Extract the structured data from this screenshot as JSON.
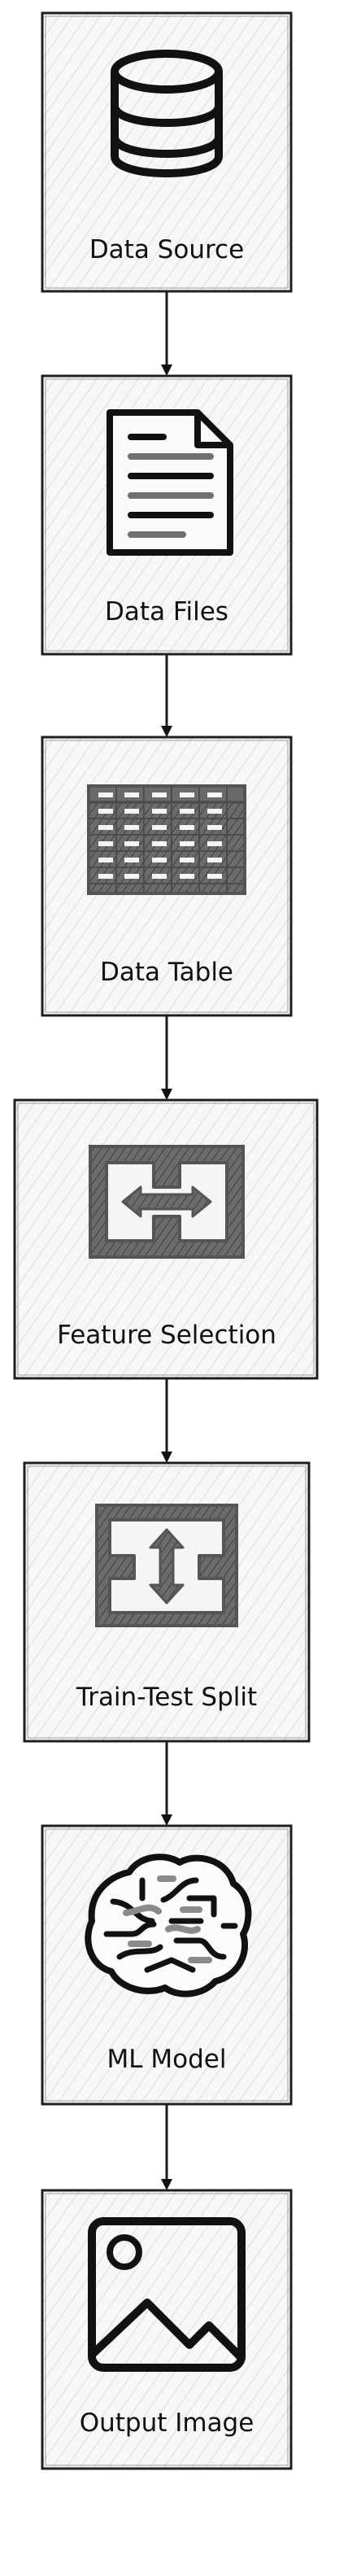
{
  "diagram": {
    "type": "flowchart",
    "direction": "top-to-bottom",
    "nodes": [
      {
        "id": "data-source",
        "label": "Data Source",
        "icon": "database-icon"
      },
      {
        "id": "data-files",
        "label": "Data Files",
        "icon": "document-icon"
      },
      {
        "id": "data-table",
        "label": "Data Table",
        "icon": "table-icon"
      },
      {
        "id": "feature-selection",
        "label": "Feature Selection",
        "icon": "horizontal-split-icon"
      },
      {
        "id": "train-test-split",
        "label": "Train-Test Split",
        "icon": "vertical-split-icon"
      },
      {
        "id": "ml-model",
        "label": "ML Model",
        "icon": "brain-icon"
      },
      {
        "id": "output-image",
        "label": "Output Image",
        "icon": "image-icon"
      }
    ],
    "edges": [
      {
        "from": "data-source",
        "to": "data-files"
      },
      {
        "from": "data-files",
        "to": "data-table"
      },
      {
        "from": "data-table",
        "to": "feature-selection"
      },
      {
        "from": "feature-selection",
        "to": "train-test-split"
      },
      {
        "from": "train-test-split",
        "to": "ml-model"
      },
      {
        "from": "ml-model",
        "to": "output-image"
      }
    ]
  },
  "colors": {
    "stroke": "#1f1f1f",
    "box_fill": "#f7f7f7",
    "hatch": "#d9d9d9",
    "icon_gray": "#6f6f6f",
    "icon_dark": "#111111"
  }
}
